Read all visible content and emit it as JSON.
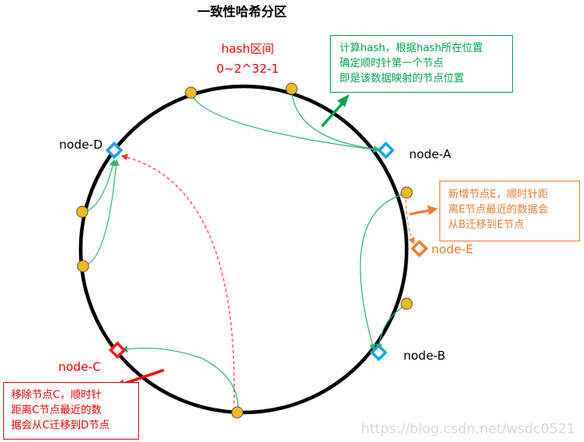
{
  "title": "一致性哈希分区",
  "hash_range": {
    "line1": "hash区间",
    "line2": "0~2^32-1"
  },
  "nodes": {
    "a": "node-A",
    "b": "node-B",
    "c": "node-C",
    "d": "node-D",
    "e": "node-E"
  },
  "notes": {
    "green": [
      "计算hash，根据hash所在位置",
      "确定顺时针第一个节点",
      "即是该数据映射的节点位置"
    ],
    "orange": [
      "新增节点E，顺时针距",
      "离E节点最近的数据会",
      "从B迁移到E节点"
    ],
    "red": [
      "移除节点C，顺时针",
      "距离C节点最近的数",
      "据会从C迁移到D节点"
    ]
  },
  "watermark": "https://blog.csdn.net/wsdc0521",
  "colors": {
    "ring": "#000000",
    "data_point": "#f5b91c",
    "node": "#1aa3e8",
    "removed_node": "#ff1a1a",
    "new_node": "#f07c30",
    "mapping_arrow": "#2bb673",
    "green_note": "#00a651",
    "orange_note": "#f07c30",
    "red_note": "#ff0000"
  }
}
